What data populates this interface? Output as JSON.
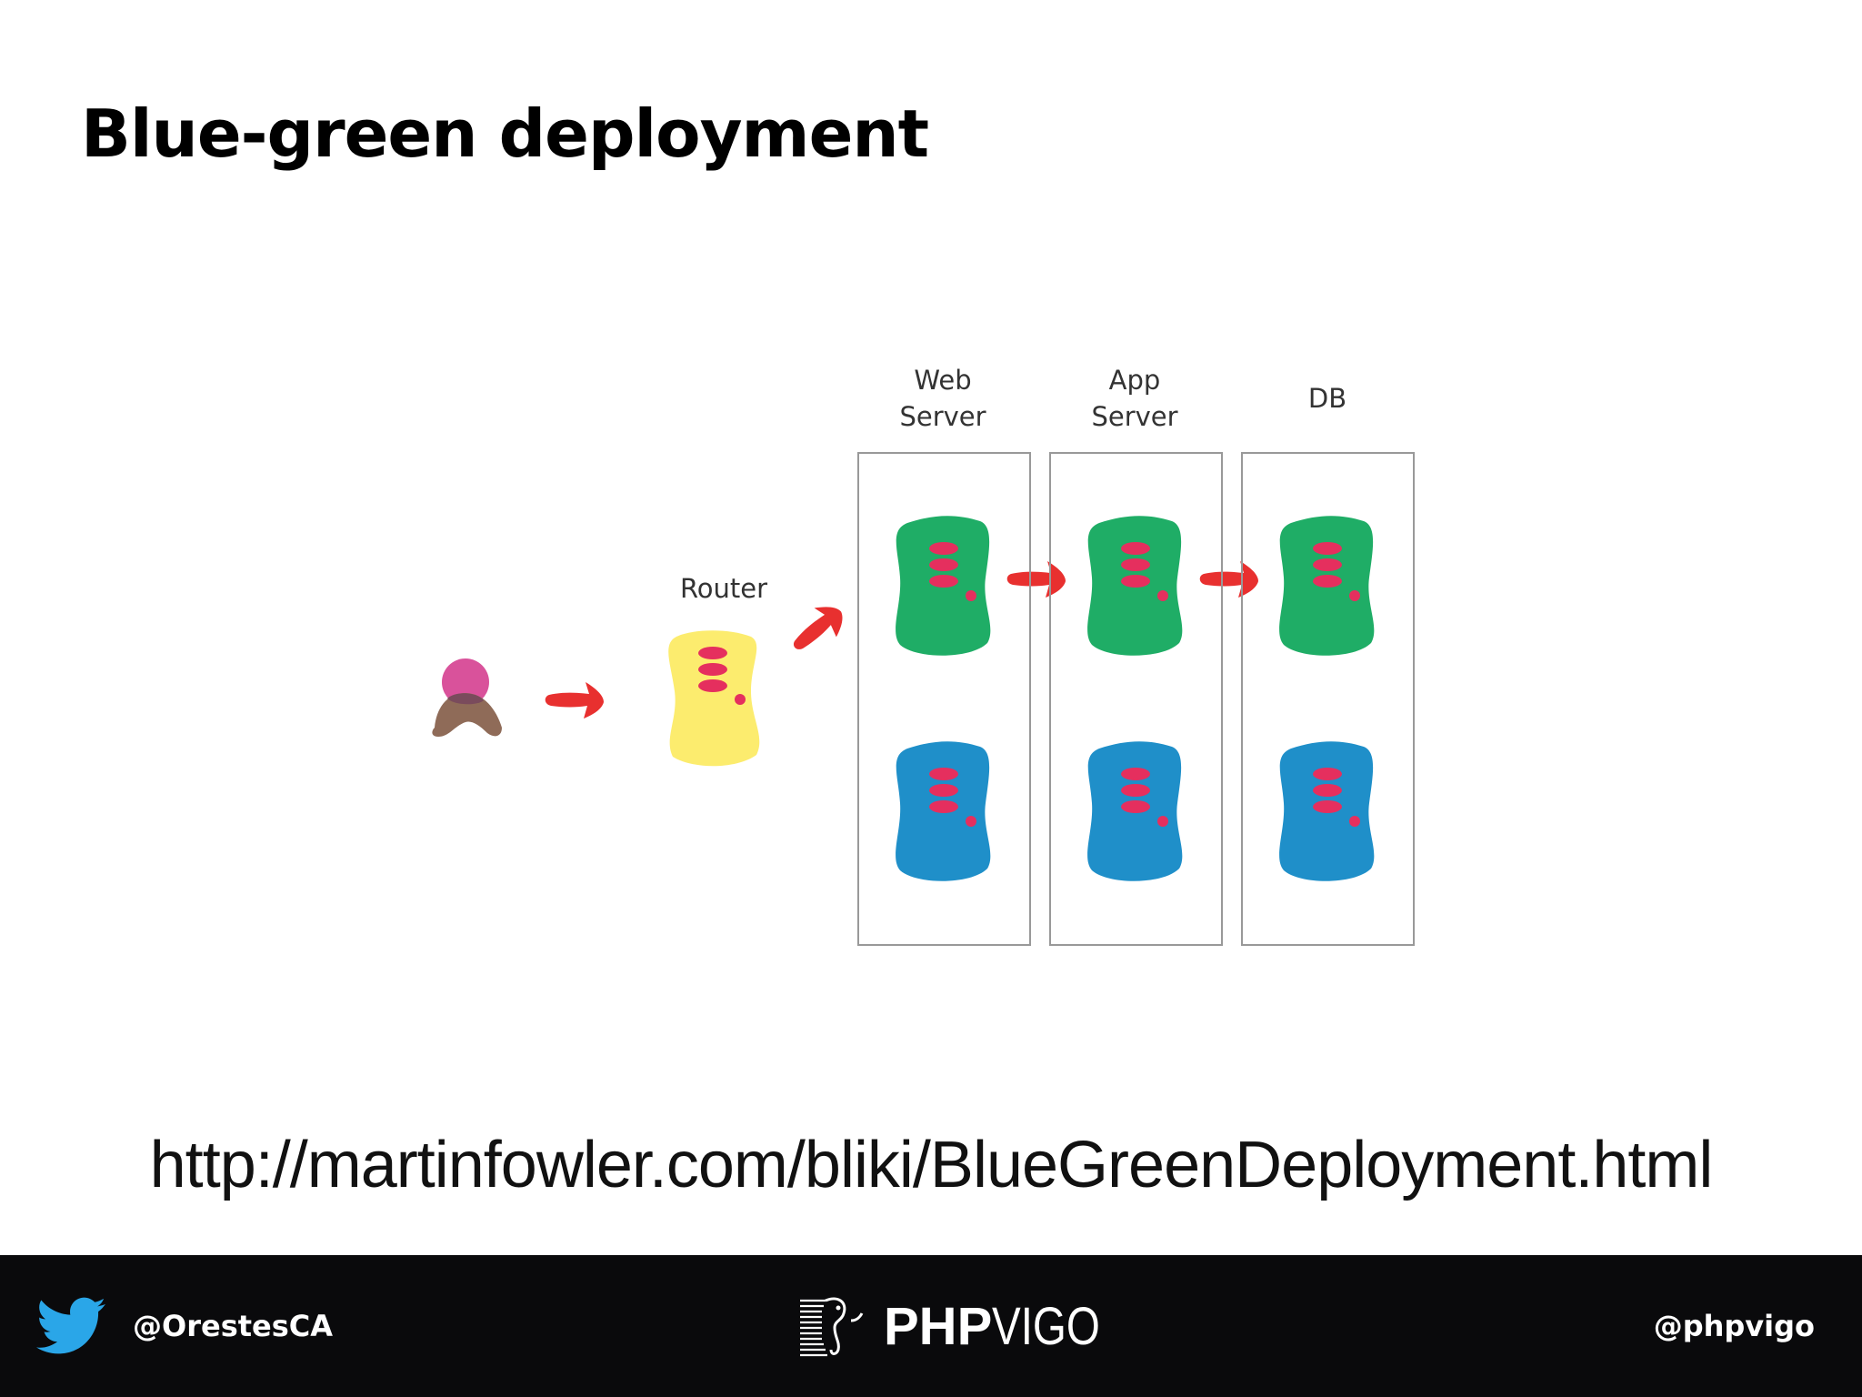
{
  "slide": {
    "title": "Blue-green deployment",
    "source_url": "http://martinfowler.com/bliki/BlueGreenDeployment.html"
  },
  "diagram": {
    "nodes": {
      "router_label": "Router",
      "web_server_label": [
        "Web",
        "Server"
      ],
      "app_server_label": [
        "App",
        "Server"
      ],
      "db_label": "DB"
    },
    "colors": {
      "user_head": "#d9529b",
      "user_body": "#8f6b58",
      "arrow": "#e8302f",
      "router": "#fcec6e",
      "green_env": "#1fad66",
      "blue_env": "#1f8fc9",
      "server_stripe": "#e52f5e",
      "column_border": "#999999"
    }
  },
  "footer": {
    "left_handle": "@OrestesCA",
    "right_handle": "@phpvigo",
    "logo_text_bold": "PHP",
    "logo_text_light": "VIGO",
    "icons": [
      "twitter-bird-icon",
      "elephant-logo-icon"
    ]
  }
}
